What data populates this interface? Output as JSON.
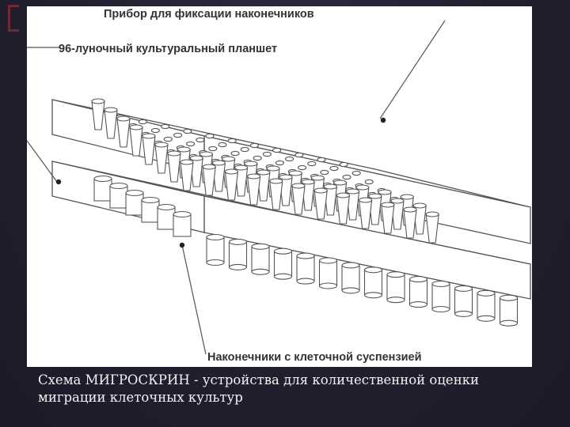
{
  "diagram": {
    "label_top": "Прибор для фиксации наконечников",
    "label_plate": "96-луночный культуральный планшет",
    "label_tips": "Наконечники с клеточной суспензией"
  },
  "caption": {
    "line1": "Схема МИГРОСКРИН - устройства для количественной оценки",
    "line2": "миграции клеточных культур"
  }
}
